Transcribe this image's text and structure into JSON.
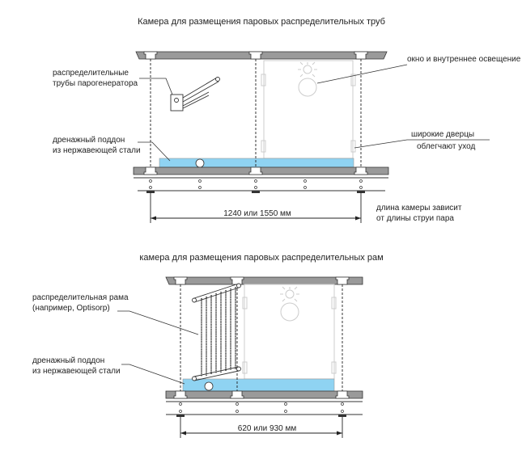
{
  "top": {
    "title": "Камера для размещения паровых распределительных труб",
    "label_pipes_1": "распределительные",
    "label_pipes_2": "трубы парогенератора",
    "label_pan_1": "дренажный поддон",
    "label_pan_2": "из нержавеющей стали",
    "label_window": "окно и внутреннее освещение",
    "label_doors_1": "широкие дверцы",
    "label_doors_2": "облегчают уход",
    "dimension": "1240 или 1550 мм",
    "note_1": "длина камеры зависит",
    "note_2": "от длины струи пара"
  },
  "bottom": {
    "title": "камера для размещения паровых распределительных рам",
    "label_frame_1": "распределительная рама",
    "label_frame_2": "(например, Optisorp)",
    "label_pan_1": "дренажный поддон",
    "label_pan_2": "из нержавеющей стали",
    "dimension": "620  или  930 мм"
  },
  "colors": {
    "pan": "#8fd3f2",
    "plate": "#9a9a9a"
  }
}
